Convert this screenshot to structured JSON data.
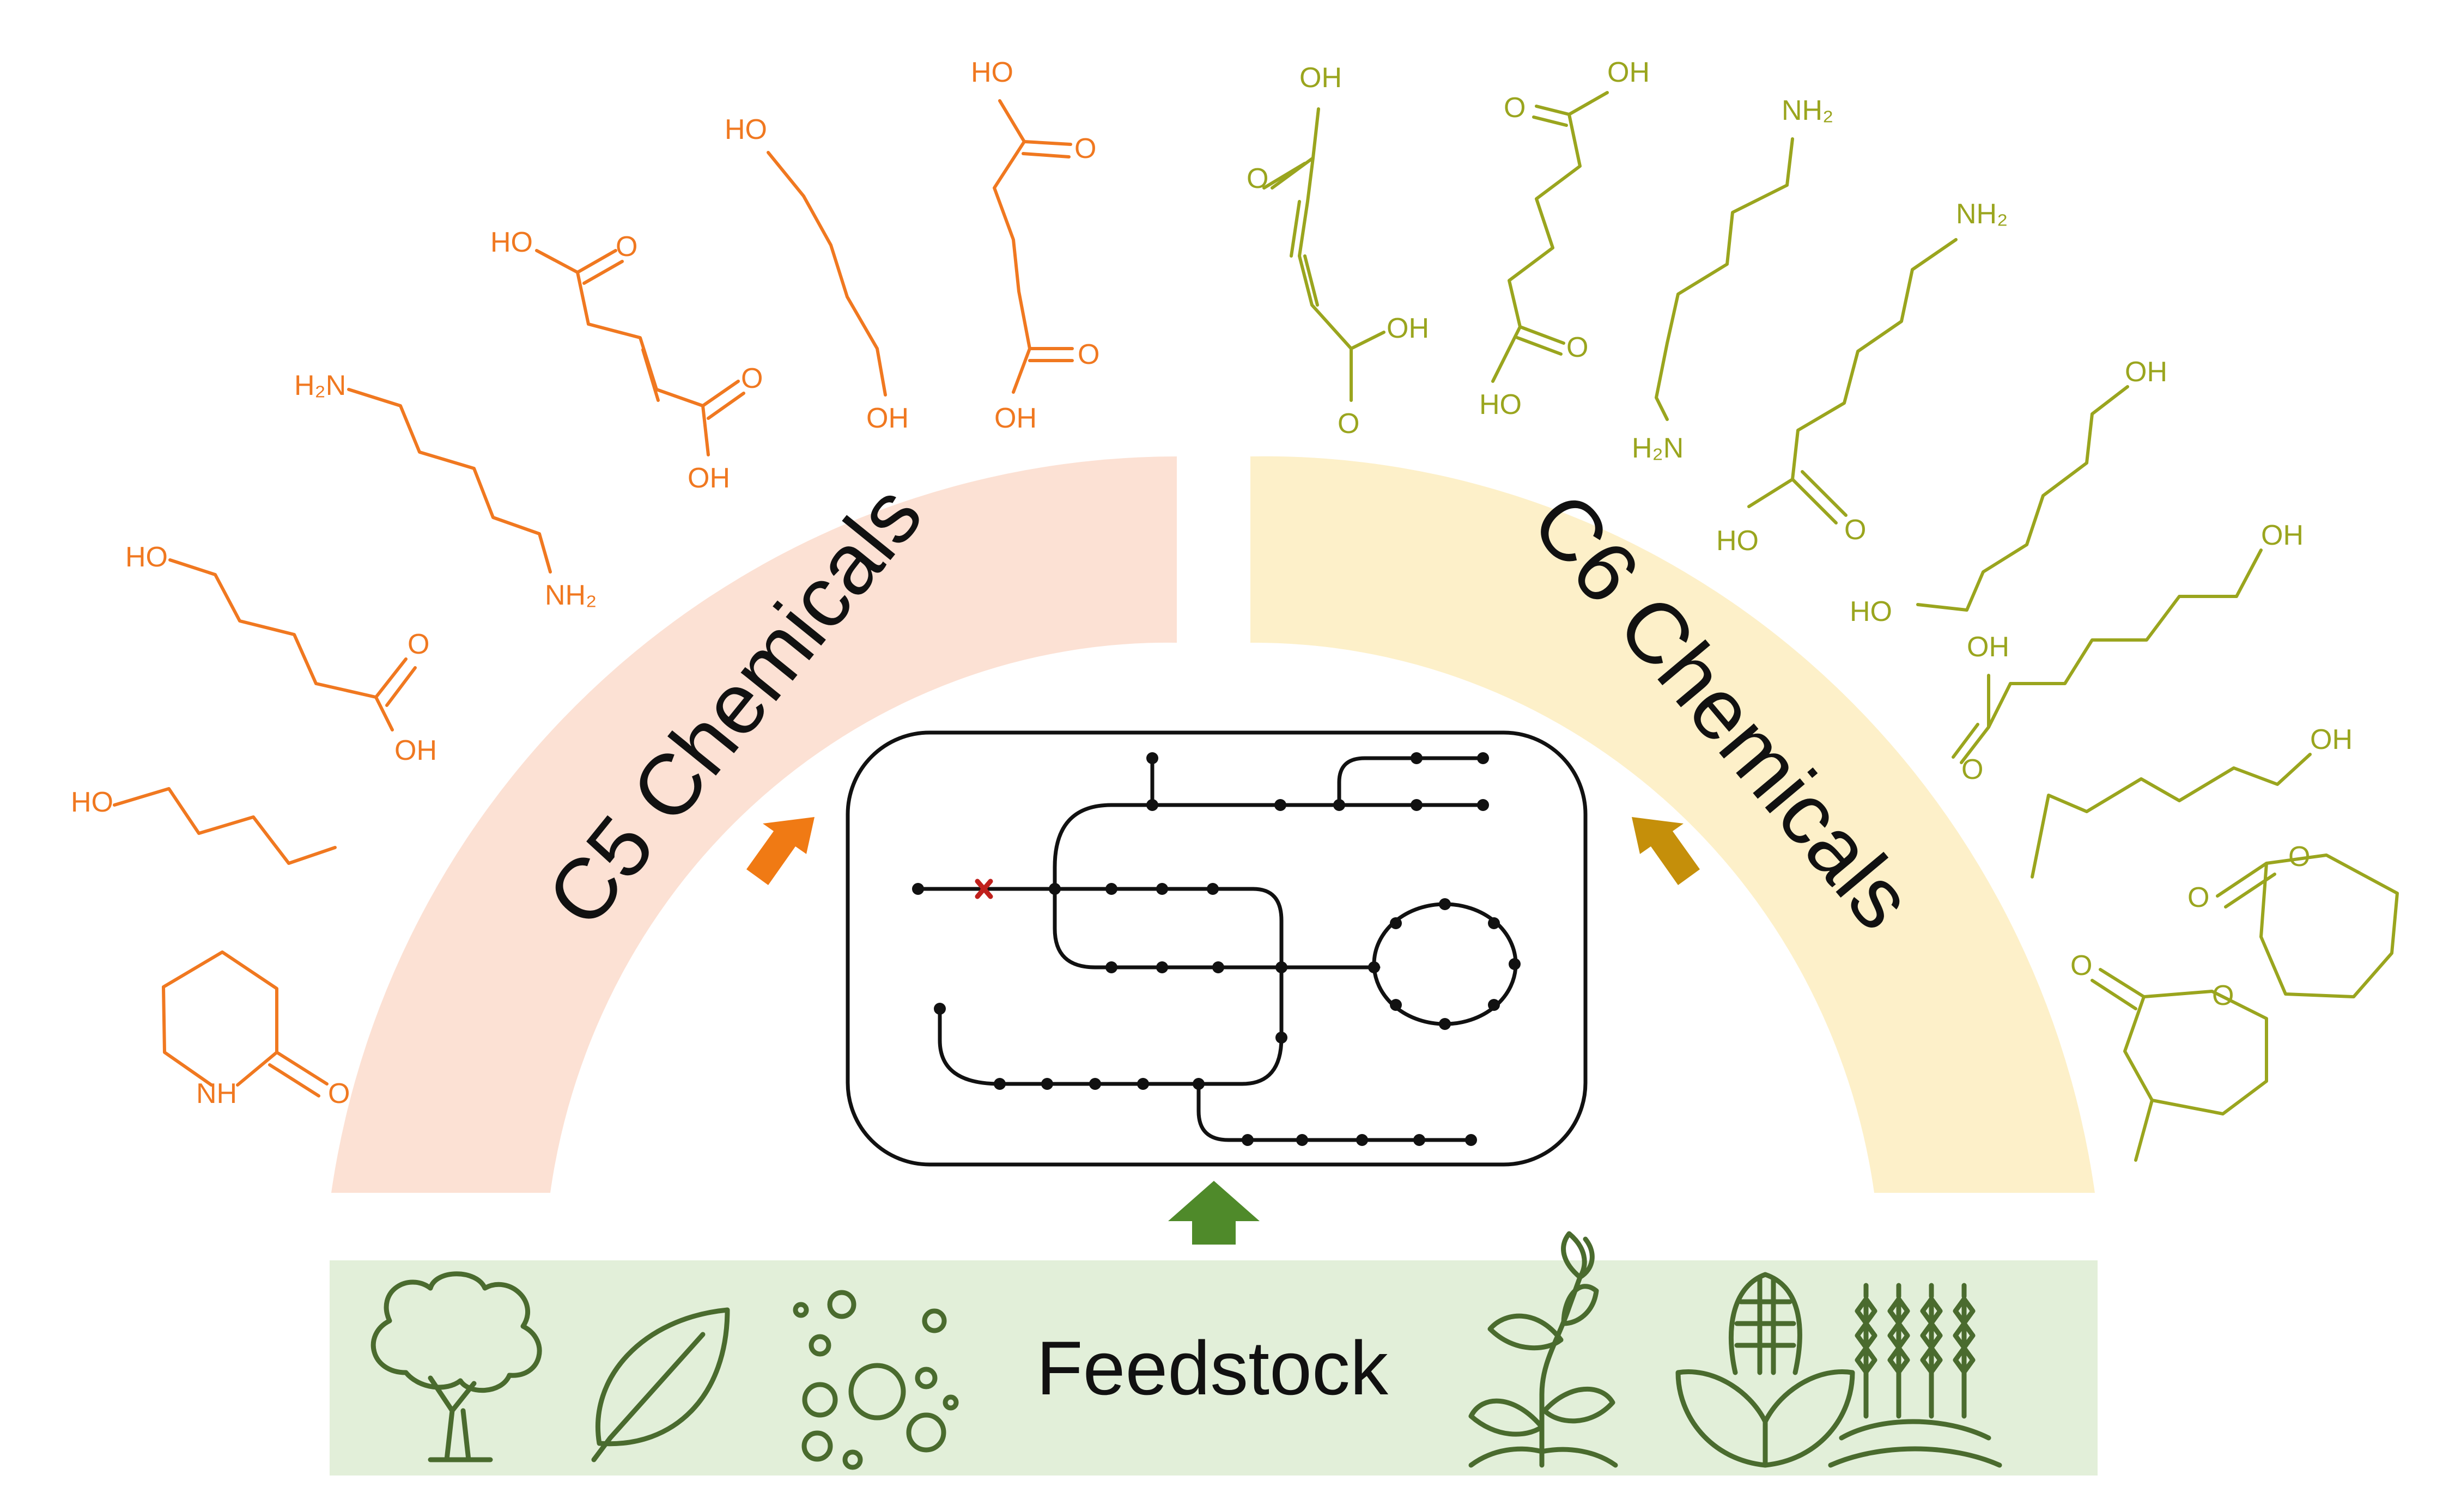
{
  "labels": {
    "c5": "C5 Chemicals",
    "c6": "C6 Chemicals",
    "feedstock": "Feedstock"
  },
  "atoms": {
    "HO": "HO",
    "OH": "OH",
    "O": "O",
    "NH": "NH",
    "H2N": "H₂N",
    "NH2": "NH₂"
  },
  "colors": {
    "c5_band": "#fce1d4",
    "c6_band": "#fdf0c9",
    "feedstock_band": "#e2efd9",
    "c5_molecules": "#f07820",
    "c6_molecules": "#9aa51e",
    "c5_arrow": "#f07a14",
    "c6_arrow": "#c58f0a",
    "feed_arrow": "#4f8a2a",
    "icons": "#4a6b2e",
    "knockout_marker": "#c0201c"
  },
  "icons": [
    "tree-icon",
    "leaf-icon",
    "bubbles-icon",
    "sprout-icon",
    "corn-icon",
    "wheat-icon"
  ]
}
